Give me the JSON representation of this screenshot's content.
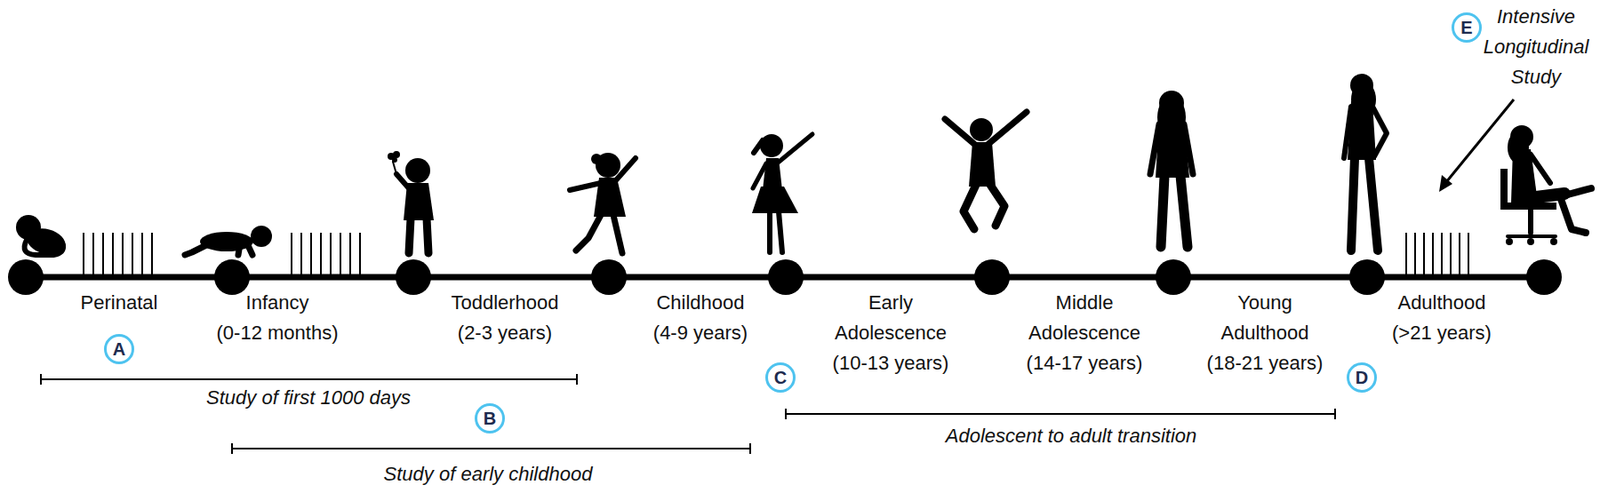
{
  "diagram": {
    "nodes": [
      {
        "text": [
          "A"
        ]
      },
      {
        "text": [
          "B"
        ]
      },
      {
        "text": [
          "C"
        ]
      },
      {
        "text": [
          "D"
        ]
      },
      {
        "text": [
          "E"
        ]
      }
    ],
    "labels": [
      "Perinatal",
      "Infancy",
      "(0-12 months)",
      "Toddlerhood",
      "(2-3 years)",
      "Childhood",
      "(4-9 years)",
      "Early Adolescence",
      "(10-13 years)",
      "Middle Adolescence",
      "(14-17 years)",
      "Young Adulthood",
      "(18-21 years)",
      "Adulthood",
      "(>21 years)",
      "Study of first 1000 days",
      "Study of early childhood",
      "Adolescent to adult transition",
      "Intensive Longitudinal Study"
    ]
  }
}
